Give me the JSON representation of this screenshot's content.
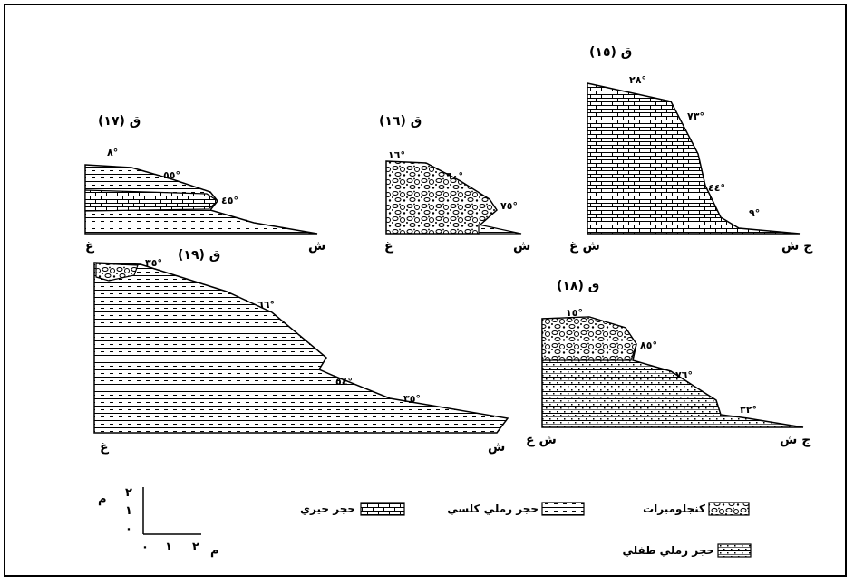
{
  "profiles": {
    "p15": {
      "title": "ق (١٥)",
      "angles": [
        "٢٨°",
        "٧٣°",
        "٤٤°",
        "٩°"
      ],
      "dir_left": "ش غ",
      "dir_right": "ج ش"
    },
    "p16": {
      "title": "ق (١٦)",
      "angles": [
        "١٦°",
        "٦٠°",
        "٧٥°"
      ],
      "dir_left": "غ",
      "dir_right": "ش"
    },
    "p17": {
      "title": "ق (١٧)",
      "angles": [
        "٨°",
        "٥٥°",
        "٤٥°"
      ],
      "dir_left": "غ",
      "dir_right": "ش"
    },
    "p18": {
      "title": "ق (١٨)",
      "angles": [
        "١٥°",
        "٨٥°",
        "٧٦°",
        "٣٢°"
      ],
      "dir_left": "ش غ",
      "dir_right": "ج ش"
    },
    "p19": {
      "title": "ق (١٩)",
      "angles": [
        "٣٥°",
        "٦٦°",
        "٥٤°",
        "٣٥°"
      ],
      "dir_left": "غ",
      "dir_right": "ش"
    }
  },
  "legend": {
    "limestone": "حجر جيري",
    "calcareous_sandstone": "حجر رملي كلسي",
    "conglomerates": "كنجلومبرات",
    "clayey_sandstone": "حجر رملي طفلي"
  },
  "scale": {
    "unit": "م",
    "y_ticks": [
      "٢",
      "١",
      "٠"
    ],
    "x_ticks": [
      "٠",
      "١",
      "٢"
    ]
  }
}
